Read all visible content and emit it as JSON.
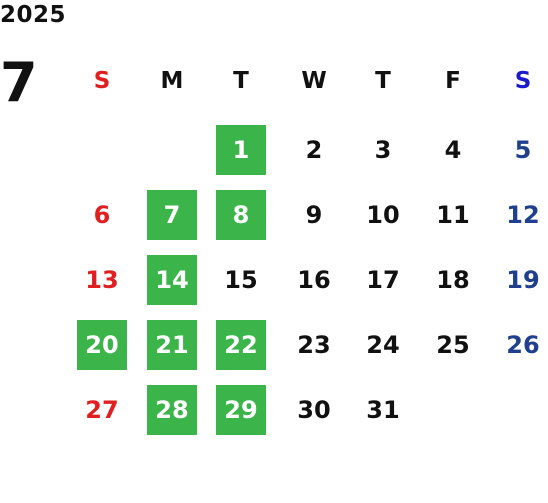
{
  "calendar": {
    "year": "2025",
    "month": "7",
    "weekdays": [
      "S",
      "M",
      "T",
      "W",
      "T",
      "F",
      "S"
    ],
    "first_weekday_index": 2,
    "days_in_month": 31,
    "highlighted_days": [
      1,
      7,
      8,
      14,
      20,
      21,
      22,
      28,
      29
    ],
    "colors": {
      "default": "#111111",
      "sunday": "#e02020",
      "saturday_header": "#1a1acc",
      "saturday_day": "#1f3f8f",
      "highlight_bg": "#3bb54a",
      "highlight_text": "#ffffff"
    }
  }
}
